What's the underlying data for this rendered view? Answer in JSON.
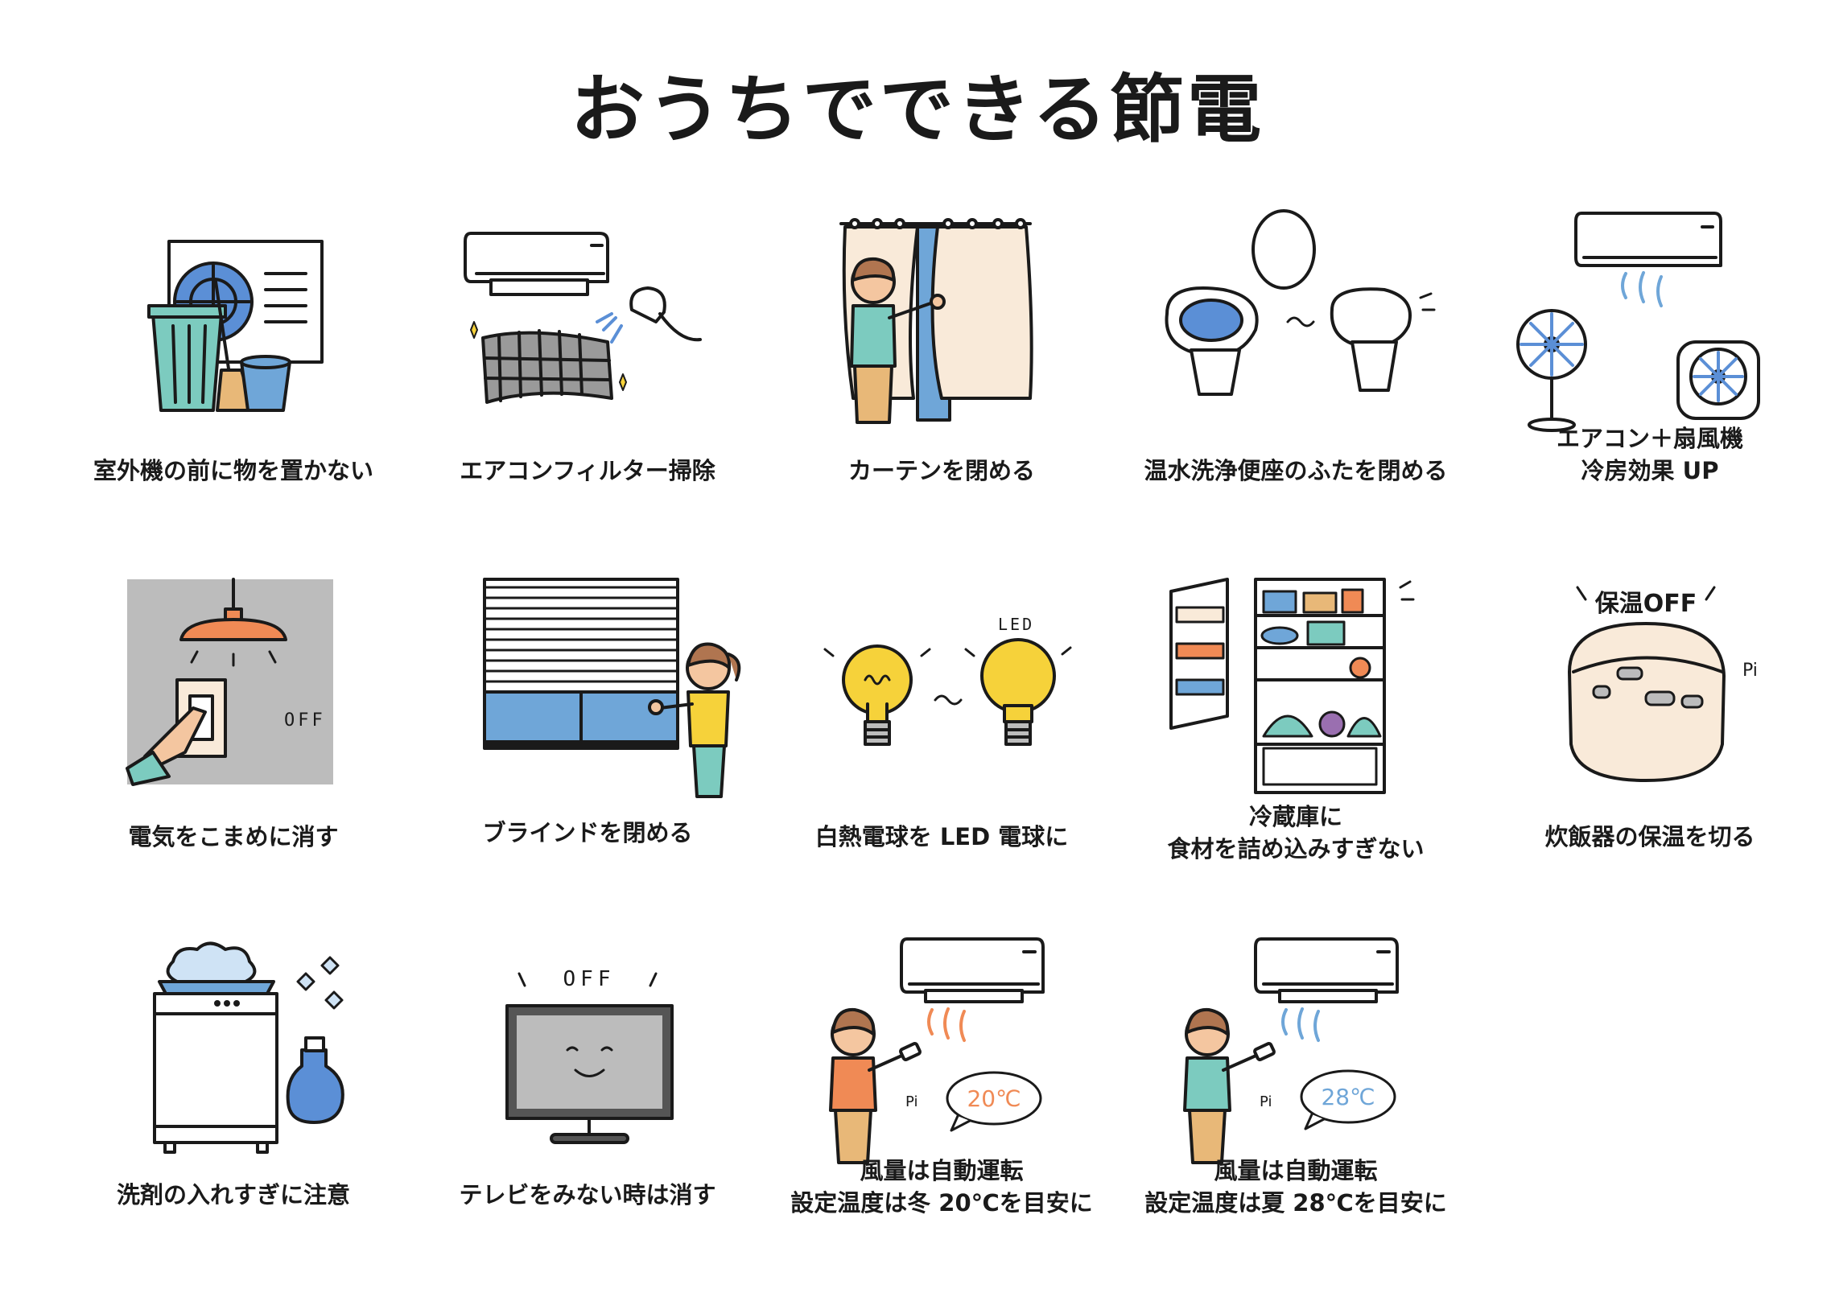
{
  "title": "おうちでできる節電",
  "tips": [
    {
      "id": "outdoor-unit",
      "lines": [
        "室外機の前に物を置かない"
      ]
    },
    {
      "id": "ac-filter",
      "lines": [
        "エアコンフィルター掃除"
      ]
    },
    {
      "id": "curtain",
      "lines": [
        "カーテンを閉める"
      ]
    },
    {
      "id": "toilet-lid",
      "lines": [
        "温水洗浄便座のふたを閉める"
      ]
    },
    {
      "id": "ac-fan",
      "lines": [
        "エアコン＋扇風機",
        "冷房効果 UP"
      ]
    },
    {
      "id": "lights-off",
      "lines": [
        "電気をこまめに消す"
      ],
      "sign": "OFF"
    },
    {
      "id": "blinds",
      "lines": [
        "ブラインドを閉める"
      ]
    },
    {
      "id": "led",
      "lines": [
        "白熱電球を LED 電球に"
      ],
      "sign": "LED"
    },
    {
      "id": "fridge",
      "lines": [
        "冷蔵庫に",
        "食材を詰め込みすぎない"
      ]
    },
    {
      "id": "rice-cooker",
      "lines": [
        "炊飯器の保温を切る"
      ],
      "sign": "保温OFF",
      "beep": "Pi"
    },
    {
      "id": "detergent",
      "lines": [
        "洗剤の入れすぎに注意"
      ]
    },
    {
      "id": "tv-off",
      "lines": [
        "テレビをみない時は消す"
      ],
      "sign": "OFF"
    },
    {
      "id": "winter-temp",
      "lines": [
        "風量は自動運転",
        "設定温度は冬 20℃を目安に"
      ],
      "temp": "20℃",
      "beep": "Pi"
    },
    {
      "id": "summer-temp",
      "lines": [
        "風量は自動運転",
        "設定温度は夏 28℃を目安に"
      ],
      "temp": "28℃",
      "beep": "Pi"
    }
  ],
  "colors": {
    "teal": "#7ccbbf",
    "blue": "#5b8fd6",
    "yellow": "#f6d23a",
    "orange": "#f08a55",
    "skin": "#f4c6a0",
    "hair": "#b07550",
    "cream": "#f9ead9",
    "gray": "#bcbcbc",
    "lightblue": "#6fa6d8"
  }
}
